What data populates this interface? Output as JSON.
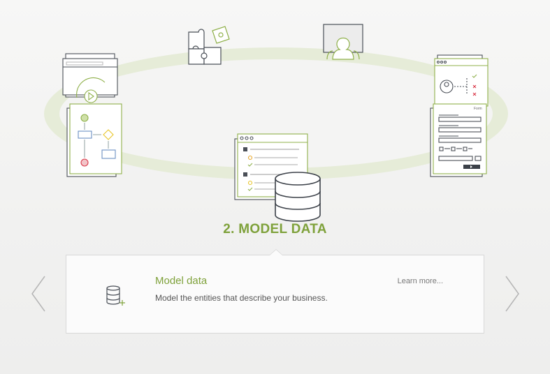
{
  "stage": {
    "number": "2.",
    "title": "MODEL DATA",
    "full_title": "2. MODEL DATA"
  },
  "card": {
    "title": "Model data",
    "description": "Model the entities that describe your business.",
    "learn_more": "Learn more..."
  },
  "diagram": {
    "form_label": "Form",
    "icons": [
      "puzzle-icon",
      "users-icon",
      "process-flow-icon",
      "forms-icon",
      "data-model-icon",
      "database-icon"
    ]
  },
  "colors": {
    "accent": "#7ea13a",
    "icon_stroke": "#4a4f57",
    "ellipse": "#e5ebd6",
    "warning_yellow": "#e8c52a",
    "error_red": "#d9394a"
  }
}
